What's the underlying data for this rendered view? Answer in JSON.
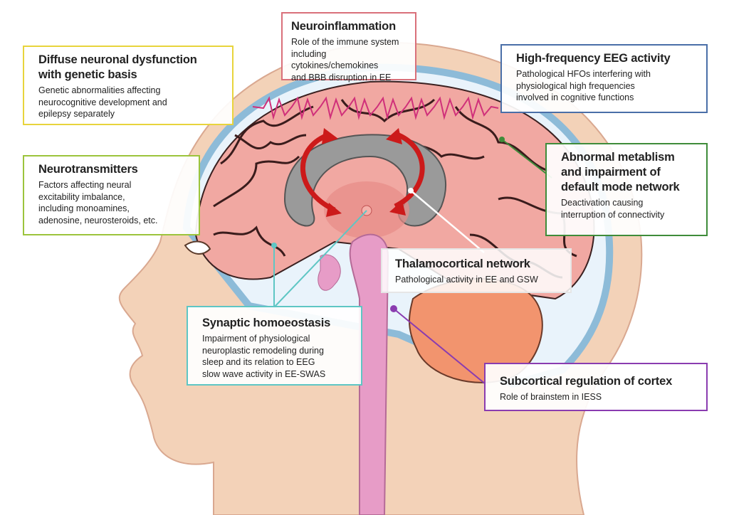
{
  "colors": {
    "neuroinflammation": "#d9707a",
    "genetic": "#e8d43c",
    "hf_eeg": "#4a6fa8",
    "neurotransmitters": "#9cc43c",
    "metabolism": "#3f8c3a",
    "thalamocortical": "#e6e6e6",
    "synaptic": "#5ec6c4",
    "subcortical": "#8a3cb0"
  },
  "boxes": {
    "neuroinflammation": {
      "title": "Neuroinflammation",
      "lines": [
        "Role of the immune system",
        "including cytokines/chemokines",
        "and BBB disruption in EE"
      ]
    },
    "genetic": {
      "title_lines": [
        "Diffuse neuronal dysfunction",
        "with genetic basis"
      ],
      "lines": [
        "Genetic abnormalities affecting",
        "neurocognitive development and",
        "epilepsy separately"
      ]
    },
    "hf_eeg": {
      "title": "High-frequency EEG activity",
      "lines": [
        "Pathological HFOs interfering with",
        "physiological high frequencies",
        "involved in cognitive functions"
      ]
    },
    "neurotransmitters": {
      "title": "Neurotransmitters",
      "lines": [
        "Factors affecting neural",
        "excitability imbalance,",
        "including monoamines,",
        "adenosine, neurosteroids, etc."
      ]
    },
    "metabolism": {
      "title_lines": [
        "Abnormal metablism",
        "and impairment of",
        "default mode network"
      ],
      "lines": [
        "Deactivation causing",
        "interruption of connectivity"
      ]
    },
    "thalamocortical": {
      "title": "Thalamocortical network",
      "lines": [
        "Pathological activity in EE and GSW"
      ]
    },
    "synaptic": {
      "title": "Synaptic homoeostasis",
      "lines": [
        "Impairment of physiological",
        "neuroplastic remodeling during",
        "sleep and its relation to EEG",
        "slow wave activity in EE-SWAS"
      ]
    },
    "subcortical": {
      "title": "Subcortical regulation of cortex",
      "lines": [
        "Role of brainstem in IESS"
      ]
    }
  }
}
